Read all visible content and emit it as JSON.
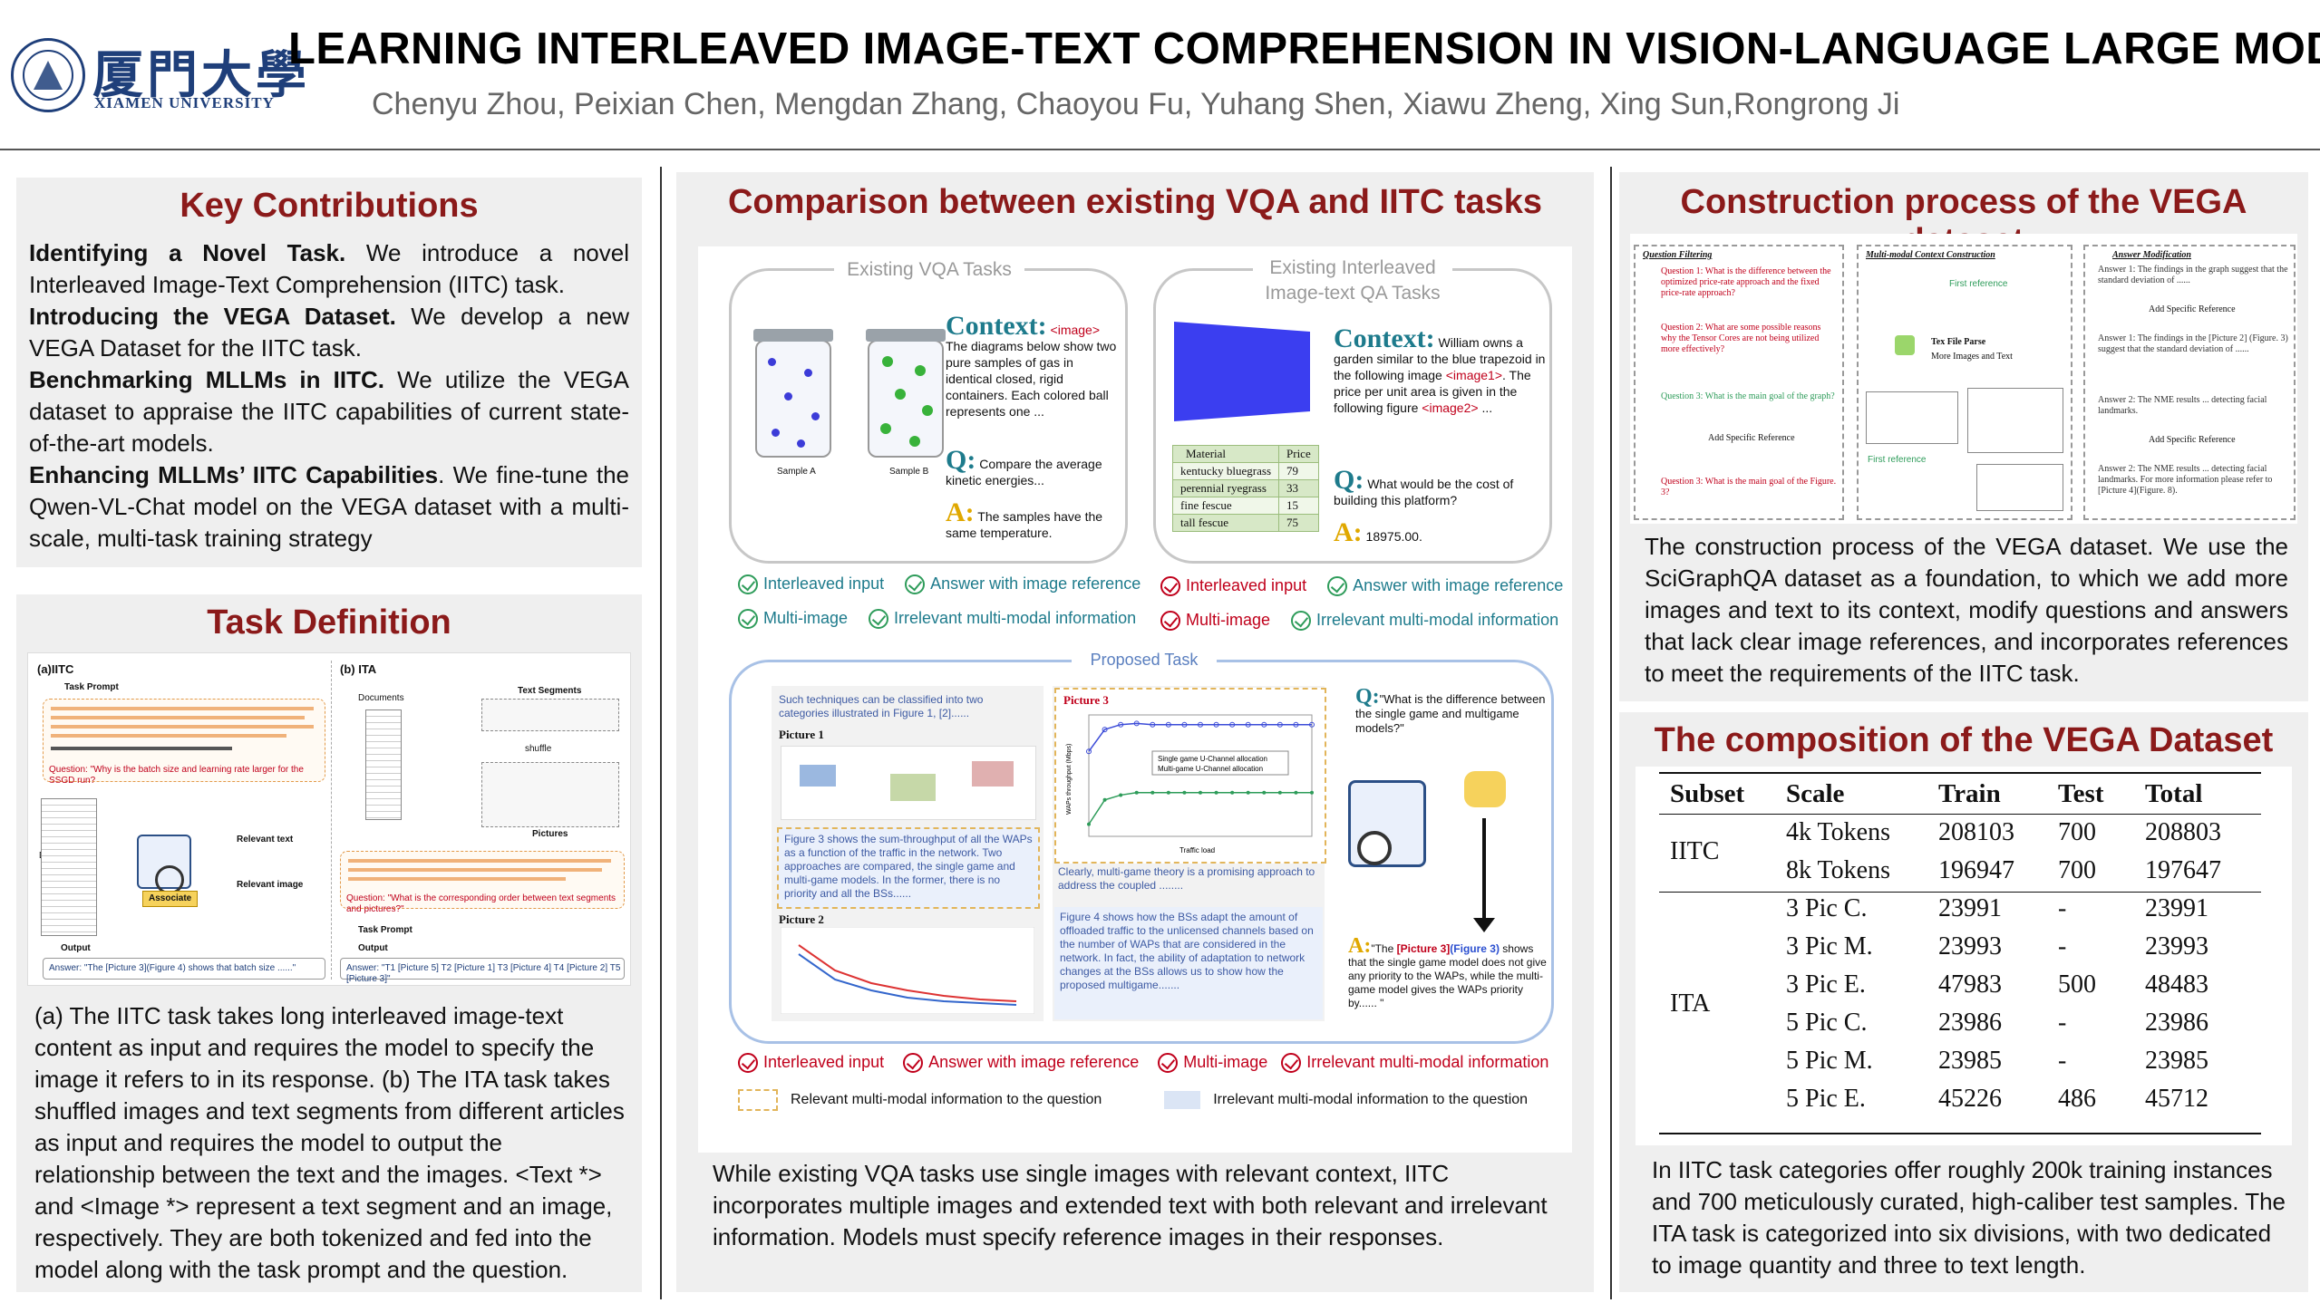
{
  "header": {
    "logo_cn": "厦門大學",
    "logo_en": "XIAMEN UNIVERSITY",
    "title": "LEARNING INTERLEAVED IMAGE-TEXT COMPREHENSION IN VISION-LANGUAGE LARGE MODELS",
    "authors": "Chenyu Zhou, Peixian Chen, Mengdan Zhang, Chaoyou Fu, Yuhang Shen, Xiawu Zheng, Xing Sun,Rongrong Ji"
  },
  "contributions": {
    "title": "Key Contributions",
    "items": [
      {
        "head": "Identifying a Novel Task.",
        "text": " We introduce a novel Interleaved Image-Text Comprehension (IITC) task."
      },
      {
        "head": "Introducing the VEGA Dataset.",
        "text": " We develop a new VEGA Dataset for the IITC task."
      },
      {
        "head": "Benchmarking MLLMs in IITC.",
        "text": " We utilize the VEGA dataset to appraise the IITC capabilities of current state-of-the-art models."
      },
      {
        "head": "Enhancing MLLMs’ IITC Capabilities",
        "text": ". We fine-tune the Qwen-VL-Chat model on the VEGA dataset with a multi-scale, multi-task training strategy"
      }
    ]
  },
  "task_definition": {
    "title": "Task Definition",
    "fig": {
      "a_label": "(a)IITC",
      "b_label": "(b) ITA",
      "task_prompt": "Task Prompt",
      "documents": "Documents",
      "text_segments": "Text Segments",
      "shuffle": "shuffle",
      "pictures": "Pictures",
      "relevant_text": "Relevant text",
      "relevant_image": "Relevant image",
      "associate": "Associate",
      "output": "Output",
      "answer_a": "Answer: \"The [Picture 3](Figure 4) shows that batch size ......\"",
      "answer_b": "Answer: \"T1 [Picture 5] T2 [Picture 1] T3 [Picture 4] T4 [Picture 2] T5 [Picture 3]\"",
      "question_a": "Question: \"Why is the batch size and learning rate larger for the SSGD run?",
      "question_b": "Question: \"What is the corresponding order between text segments and pictures?\""
    },
    "caption": "(a) The IITC task takes long interleaved image-text content as input and requires the model to specify the image it refers to in its response. (b) The ITA task takes shuffled images and text segments from different articles as input and requires the model to output the relationship between the text and the images. <Text *> and <Image *> represent a text segment and an image, respectively. They are both tokenized and fed into the model along with the task prompt and the question."
  },
  "comparison": {
    "title": "Comparison between existing VQA and IITC tasks",
    "vqa_label": "Existing VQA Tasks",
    "iqa_label_1": "Existing Interleaved",
    "iqa_label_2": "Image-text QA Tasks",
    "context_word": "Context:",
    "q_word": "Q:",
    "a_word": "A:",
    "vqa_context_tag": "<image>",
    "vqa_context": " The diagrams below show two pure samples of gas in identical closed, rigid containers. Each colored ball represents one ...",
    "vqa_q": "Compare the average kinetic energies...",
    "vqa_a": "The samples have the same temperature.",
    "sample_a": "Sample A",
    "sample_b": "Sample B",
    "iqa_context_1": " William owns a garden similar to the blue trapezoid in the following image ",
    "iqa_context_tag1": "<image1>",
    "iqa_context_2": ". The price per unit area is given in the following figure ",
    "iqa_context_tag2": "<image2>",
    "iqa_context_3": " ...",
    "iqa_q": "What would be the cost of building this platform?",
    "iqa_a": "18975.00.",
    "price_table": {
      "headers": [
        "Material",
        "Price"
      ],
      "rows": [
        [
          "kentucky bluegrass",
          "79"
        ],
        [
          "perennial ryegrass",
          "33"
        ],
        [
          "fine fescue",
          "15"
        ],
        [
          "tall fescue",
          "75"
        ]
      ]
    },
    "legend_vqa": [
      "Interleaved input",
      "Answer with image reference",
      "Multi-image",
      "Irrelevant multi-modal information"
    ],
    "legend_iqa": [
      "Interleaved input",
      "Answer with image reference",
      "Multi-image",
      "Irrelevant multi-modal information"
    ],
    "proposed_label": "Proposed Task",
    "prop_text1": "Such techniques can be classified into two categories illustrated in Figure 1, [2]......",
    "prop_pic1": "Picture 1",
    "prop_pic3": "Picture 3",
    "prop_pic2": "Picture 2",
    "prop_fig3_text": "Figure 3 shows the sum-throughput of all the WAPs as a function of the traffic in the network. Two approaches are compared, the single game and multi-game models. In the former, there is no priority and all the BSs......",
    "prop_game_text": "Clearly, multi-game theory is a promising approach to address the coupled ........",
    "prop_fig4_text": "Figure 4 shows how the BSs adapt the amount of offloaded traffic to the unlicensed channels based on the number of WAPs that are considered in the network. In fact, the ability of adaptation to network changes at the BSs allows us to show how the proposed multigame.......",
    "prop_q": "\"What is the difference between the single game and multigame models?\"",
    "prop_a_pre": "\"The ",
    "prop_a_ref1": "[Picture 3]",
    "prop_a_ref2": "(Figure 3)",
    "prop_a_post": " shows that the single game model does not give any priority to the WAPs, while the multi-game model gives the WAPs priority by...... \"",
    "legend_prop": [
      "Interleaved input",
      "Answer with image reference",
      "Multi-image",
      "Irrelevant multi-modal information"
    ],
    "relevant_box": "Relevant multi-modal information to the question",
    "irrelevant_box": "Irrelevant multi-modal information to the question",
    "chart_legend_1": "Single game U-Channel allocation",
    "chart_legend_2": "Multi-game U-Channel allocation",
    "chart_xlabel": "Traffic load",
    "chart_ylabel": "WAPs throughput (Mbps)",
    "caption": "While existing VQA tasks use single images with relevant context, IITC incorporates multiple images and extended text with both relevant and irrelevant information. Models must specify reference images in their responses."
  },
  "construction": {
    "title": "Construction process of the VEGA dataset",
    "col1": "Question Filtering",
    "col2": "Multi-modal Context Construction",
    "col3": "Answer Modification",
    "q1": "Question 1: What is the difference between the optimized price-rate approach and the fixed price-rate approach?",
    "q2": "Question 2: What are some possible reasons why the Tensor Cores are not being utilized more effectively?",
    "q3": "Question 3: What is the main goal of the graph?",
    "q3b": "Question 3: What is the main goal of the Figure. 3?",
    "add_ref": "Add Specific Reference",
    "tex_parse": "Tex File Parse",
    "more_images": "More Images and Text",
    "first_ref": "First reference",
    "a1": "Answer 1: The findings in the graph suggest that the standard deviation of ......",
    "a1b": "Answer 1: The findings in the [Picture 2] (Figure. 3) suggest that the standard deviation of ......",
    "a2": "Answer 2: The NME results ... detecting facial landmarks.",
    "a2b": "Answer 2: The NME results ... detecting facial landmarks. For more information please refer to [Picture 4](Figure. 8).",
    "caption": "The construction process of the VEGA dataset. We use the SciGraphQA dataset as a foundation, to which we add more images and text to its context, modify questions and answers that lack clear image references, and incorporates references to meet the requirements of the IITC task."
  },
  "composition": {
    "title": "The composition of the VEGA Dataset",
    "headers": [
      "Subset",
      "Scale",
      "Train",
      "Test",
      "Total"
    ],
    "groups": [
      {
        "subset": "IITC",
        "rows": [
          [
            "4k Tokens",
            "208103",
            "700",
            "208803"
          ],
          [
            "8k Tokens",
            "196947",
            "700",
            "197647"
          ]
        ]
      },
      {
        "subset": "ITA",
        "rows": [
          [
            "3 Pic C.",
            "23991",
            "-",
            "23991"
          ],
          [
            "3 Pic M.",
            "23993",
            "-",
            "23993"
          ],
          [
            "3 Pic E.",
            "47983",
            "500",
            "48483"
          ],
          [
            "5 Pic C.",
            "23986",
            "-",
            "23986"
          ],
          [
            "5 Pic M.",
            "23985",
            "-",
            "23985"
          ],
          [
            "5 Pic E.",
            "45226",
            "486",
            "45712"
          ]
        ]
      }
    ],
    "caption": "In IITC task categories offer roughly 200k training instances and 700 meticulously curated, high-caliber test samples. The ITA task is categorized into six divisions, with two dedicated to image quantity and three to text length."
  }
}
